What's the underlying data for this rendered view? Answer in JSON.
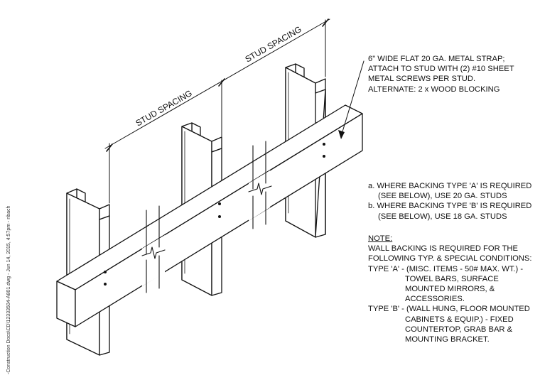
{
  "stamp": "-Construction Docs\\CD\\12333504-A801.dwg - Jun 14, 2015, 4:57pm - nbach",
  "dimensions": {
    "left_label": "STUD SPACING",
    "right_label": "STUD SPACING"
  },
  "strap_note": {
    "lines": [
      "6\" WIDE FLAT 20 GA. METAL STRAP;",
      "ATTACH  TO STUD WITH (2) #10 SHEET",
      "METAL SCREWS PER STUD.",
      "ALTERNATE: 2 x WOOD BLOCKING"
    ]
  },
  "stud_notes": {
    "a_line1": "a.  WHERE BACKING TYPE 'A' IS REQUIRED",
    "a_line2": "(SEE BELOW), USE 20 GA. STUDS",
    "b_line1": "b.  WHERE BACKING TYPE 'B' IS REQUIRED",
    "b_line2": "(SEE BELOW), USE 18 GA. STUDS"
  },
  "wall_note": {
    "heading": "NOTE:",
    "intro1": "WALL BACKING IS REQUIRED FOR THE",
    "intro2": "FOLLOWING TYP. & SPECIAL CONDITIONS:",
    "type_a1": "TYPE 'A' - (MISC. ITEMS - 50# MAX. WT.) -",
    "type_a2": "TOWEL BARS, SURFACE",
    "type_a3": "MOUNTED MIRRORS,  &",
    "type_a4": "ACCESSORIES.",
    "type_b1": "TYPE 'B' - (WALL HUNG, FLOOR MOUNTED",
    "type_b2": "CABINETS & EQUIP.) - FIXED",
    "type_b3": "COUNTERTOP, GRAB BAR &",
    "type_b4": "MOUNTING BRACKET."
  }
}
